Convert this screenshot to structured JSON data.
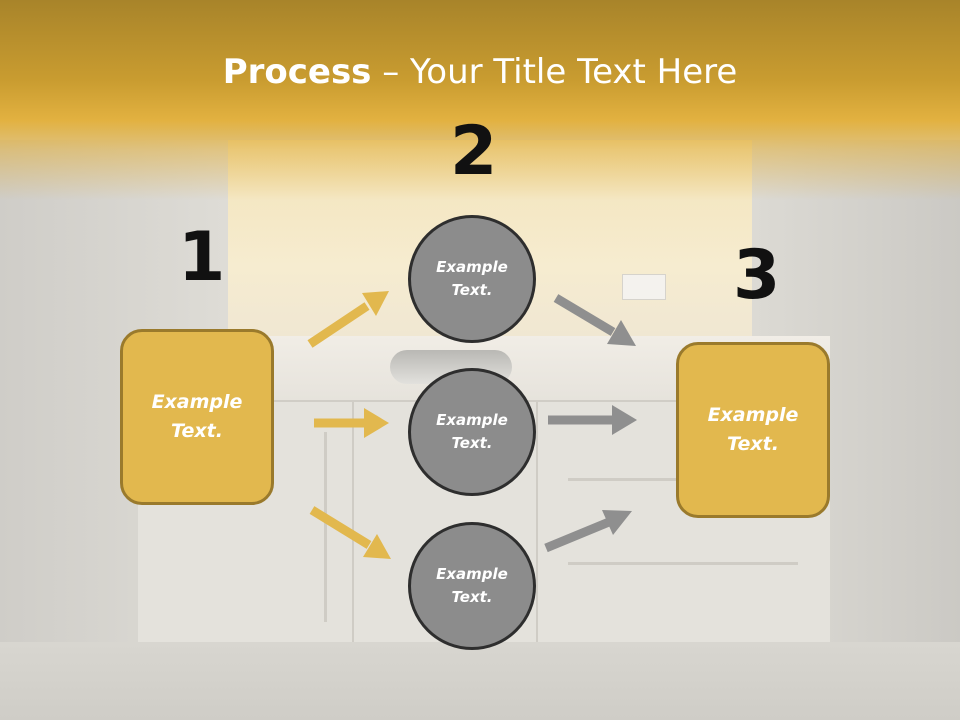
{
  "title": {
    "bold": "Process",
    "rest": " – Your Title Text Here"
  },
  "steps": [
    {
      "number": "1"
    },
    {
      "number": "2"
    },
    {
      "number": "3"
    }
  ],
  "boxes": {
    "left": "Example\nText.",
    "right": "Example\nText."
  },
  "circles": [
    "Example\nText.",
    "Example\nText.",
    "Example\nText."
  ],
  "colors": {
    "gold": "#e2b84e",
    "gray": "#8c8c8c",
    "arrow_gold": "#e2b84e",
    "arrow_gray": "#8f8f8f"
  }
}
